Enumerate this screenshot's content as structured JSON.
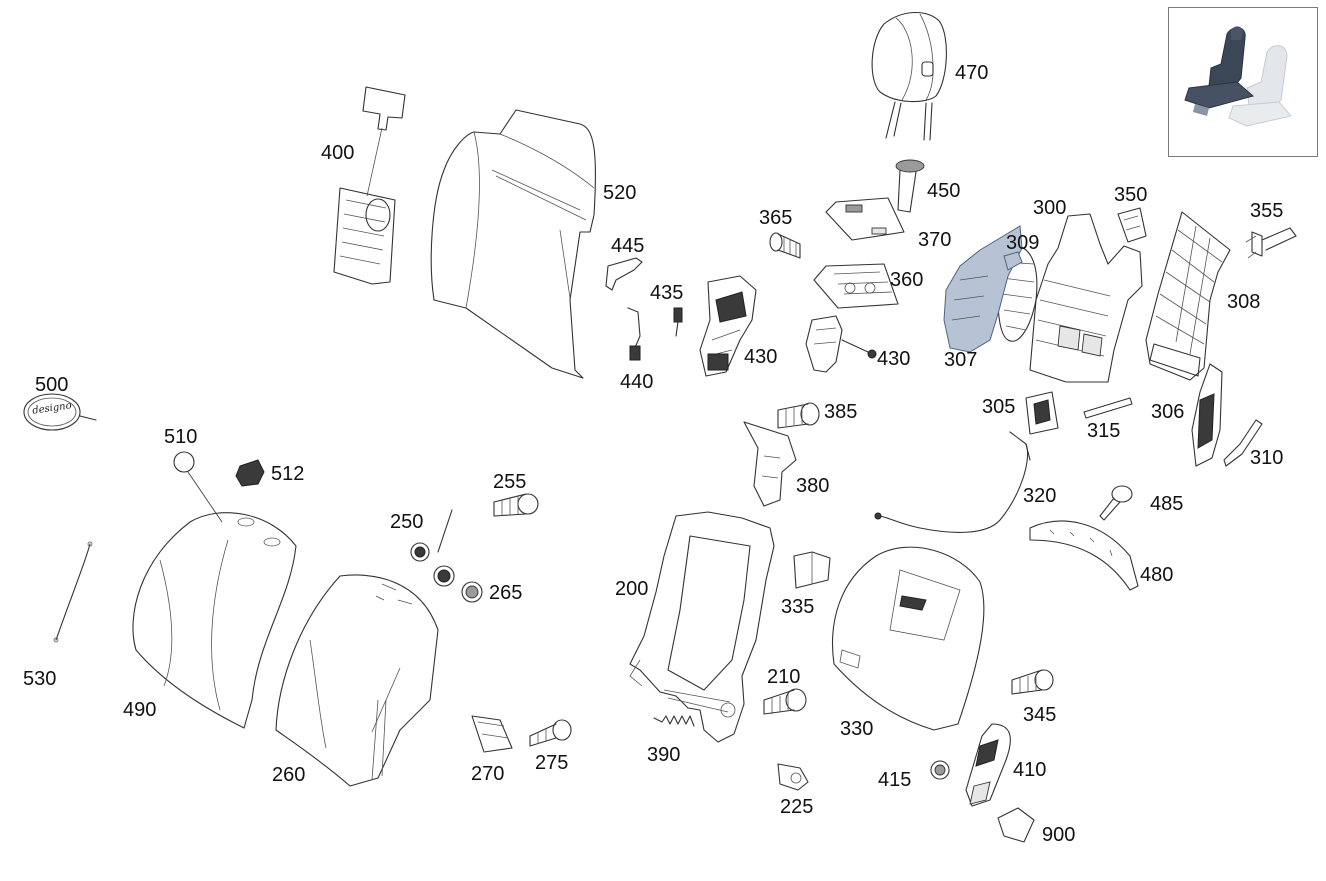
{
  "labels": {
    "p400": "400",
    "p520": "520",
    "p470": "470",
    "p450": "450",
    "p370": "370",
    "p365": "365",
    "p445": "445",
    "p435": "435",
    "p440": "440",
    "p430a": "430",
    "p360": "360",
    "p430b": "430",
    "p300": "300",
    "p350": "350",
    "p355": "355",
    "p309": "309",
    "p308": "308",
    "p307": "307",
    "p305": "305",
    "p315": "315",
    "p306": "306",
    "p310": "310",
    "p320": "320",
    "p485": "485",
    "p480": "480",
    "p385": "385",
    "p380": "380",
    "p500": "500",
    "p510": "510",
    "p512": "512",
    "p255": "255",
    "p250": "250",
    "p265": "265",
    "p530": "530",
    "p490": "490",
    "p260": "260",
    "p270": "270",
    "p275": "275",
    "p200": "200",
    "p335": "335",
    "p210": "210",
    "p390": "390",
    "p225": "225",
    "p330": "330",
    "p345": "345",
    "p415": "415",
    "p410": "410",
    "p900": "900"
  },
  "badge_text": "designo",
  "colors": {
    "line": "#333333",
    "highlight_part": "#b6c3d4",
    "thumbnail_seat_dark": "#3b4656",
    "thumbnail_seat_light": "#e3e6ea"
  },
  "thumbnail_icon": "seat-overview-icon"
}
